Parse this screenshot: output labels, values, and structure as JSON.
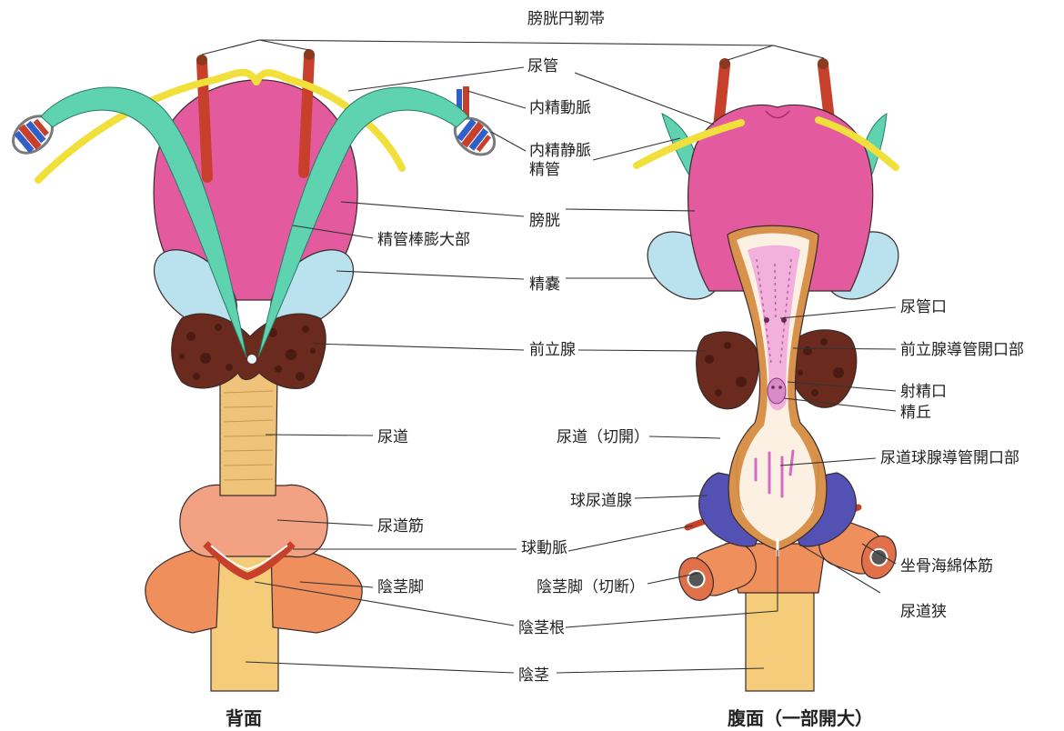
{
  "labels": {
    "bladder_round_ligament": "膀胱円靭帯",
    "ureter": "尿管",
    "internal_spermatic_artery": "内精動脈",
    "internal_spermatic_vein": "内精静脈",
    "ductus_deferens": "精管",
    "bladder": "膀胱",
    "ampulla": "精管棒膨大部",
    "seminal_vesicle": "精嚢",
    "ureteral_orifice": "尿管口",
    "prostate": "前立腺",
    "prostatic_duct_openings": "前立腺導管開口部",
    "ejaculatory_orifice": "射精口",
    "seminal_colliculus": "精丘",
    "urethra": "尿道",
    "urethra_opened": "尿道（切開）",
    "bulbourethral_duct_openings": "尿道球腺導管開口部",
    "bulbourethral_gland": "球尿道腺",
    "urethral_muscle": "尿道筋",
    "bulb_artery": "球動脈",
    "ischiocavernosus": "坐骨海綿体筋",
    "crus": "陰茎脚",
    "crus_cut": "陰茎脚（切断）",
    "urethral_isthmus": "尿道狭",
    "root": "陰茎根",
    "penis": "陰茎"
  },
  "captions": {
    "dorsal": "背面",
    "ventral": "腹面（一部開大）"
  },
  "colors": {
    "bladder": "#e45a9e",
    "ductus_deferens": "#5fd2b0",
    "seminal_vesicle": "#b9e2ee",
    "ureter": "#f1e03c",
    "artery": "#c6402b",
    "vein": "#2f5fc8",
    "prostate": "#6a2a1d",
    "prostate_spot": "#3f160f",
    "urethra": "#efc47a",
    "urethral_muscle": "#f2a283",
    "crus": "#ef8f5c",
    "penis": "#f4cc7a",
    "bulbourethral_gland": "#5451b4",
    "opened_wall": "#d8924b",
    "opened_lumen": "#fbf0e2",
    "mucosa": "#eea6da",
    "ink": "#222222"
  }
}
